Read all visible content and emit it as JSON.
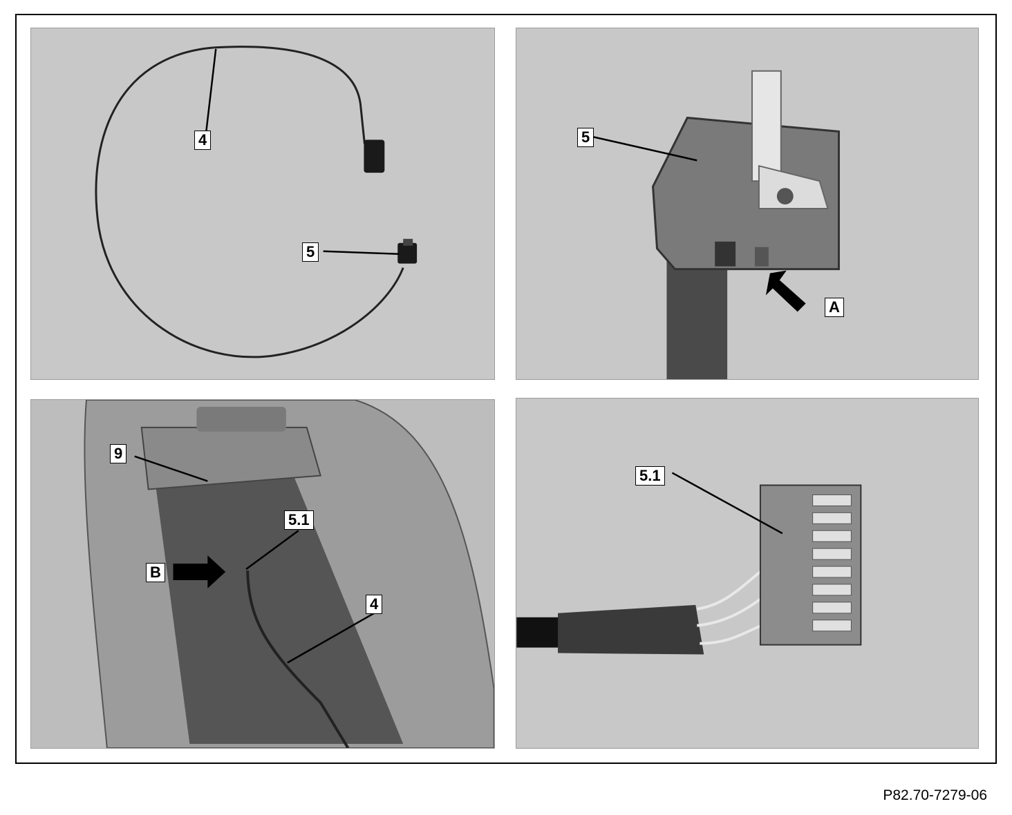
{
  "panels": [
    {
      "callouts": [
        "4",
        "5"
      ]
    },
    {
      "callouts": [
        "5",
        "A"
      ]
    },
    {
      "callouts": [
        "9",
        "5.1",
        "B",
        "4"
      ]
    },
    {
      "callouts": [
        "5.1"
      ]
    }
  ],
  "figure_ref": "P82.70-7279-06"
}
